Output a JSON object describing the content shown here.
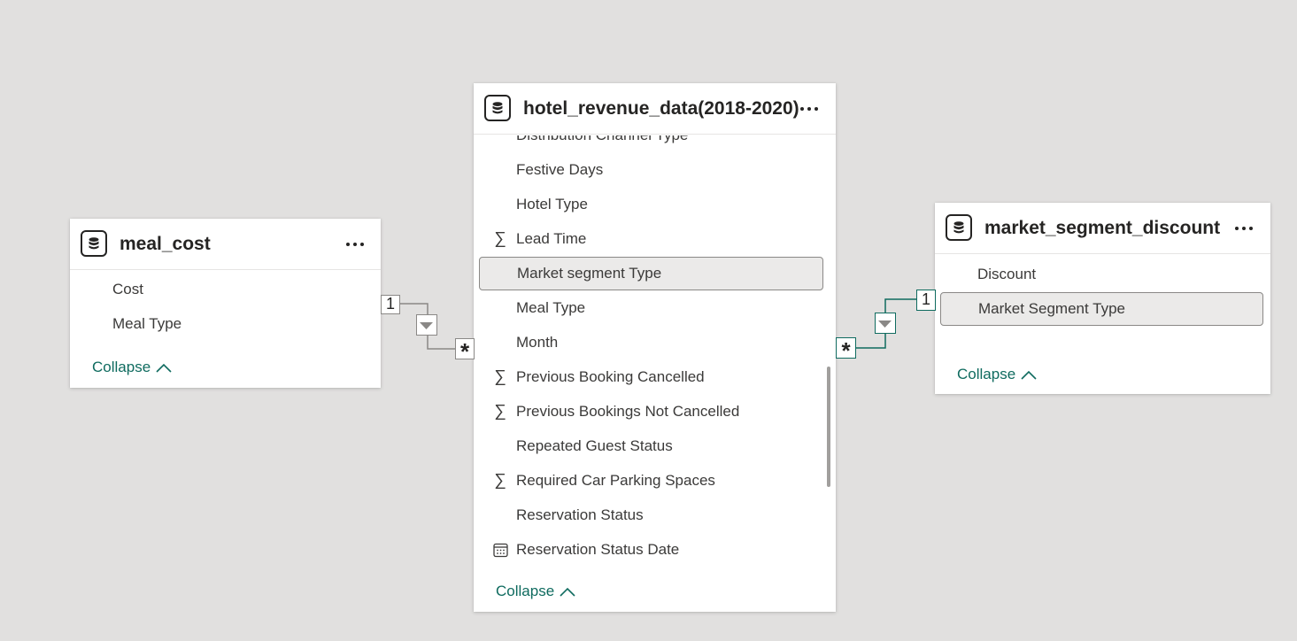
{
  "tables": {
    "meal_cost": {
      "title": "meal_cost",
      "fields": [
        "Cost",
        "Meal Type"
      ],
      "collapse_label": "Collapse"
    },
    "hotel_revenue": {
      "title": "hotel_revenue_data(2018-2020)",
      "partial_field": "Distribution Channel Type",
      "fields": [
        {
          "label": "Festive Days",
          "icon": ""
        },
        {
          "label": "Hotel Type",
          "icon": ""
        },
        {
          "label": "Lead Time",
          "icon": "sigma"
        },
        {
          "label": "Market segment Type",
          "icon": "",
          "selected": true
        },
        {
          "label": "Meal Type",
          "icon": ""
        },
        {
          "label": "Month",
          "icon": ""
        },
        {
          "label": "Previous Booking Cancelled",
          "icon": "sigma"
        },
        {
          "label": "Previous Bookings Not Cancelled",
          "icon": "sigma"
        },
        {
          "label": "Repeated Guest Status",
          "icon": ""
        },
        {
          "label": "Required Car Parking Spaces",
          "icon": "sigma"
        },
        {
          "label": "Reservation Status",
          "icon": ""
        },
        {
          "label": "Reservation Status Date",
          "icon": "calendar"
        }
      ],
      "collapse_label": "Collapse"
    },
    "market_segment_discount": {
      "title": "market_segment_discount",
      "fields": [
        {
          "label": "Discount",
          "selected": false
        },
        {
          "label": "Market Segment Type",
          "selected": true
        }
      ],
      "collapse_label": "Collapse"
    }
  },
  "relationships": {
    "meal": {
      "one_label": "1",
      "many_label": "*",
      "color": "#8a8886"
    },
    "market": {
      "one_label": "1",
      "many_label": "*",
      "color": "#0f6b5f"
    }
  },
  "icons": {
    "table": "table-icon",
    "more": "more-options-icon",
    "sigma": "sigma-icon",
    "calendar": "calendar-icon",
    "chevron": "chevron-up-icon",
    "filter": "filter-direction-icon"
  }
}
